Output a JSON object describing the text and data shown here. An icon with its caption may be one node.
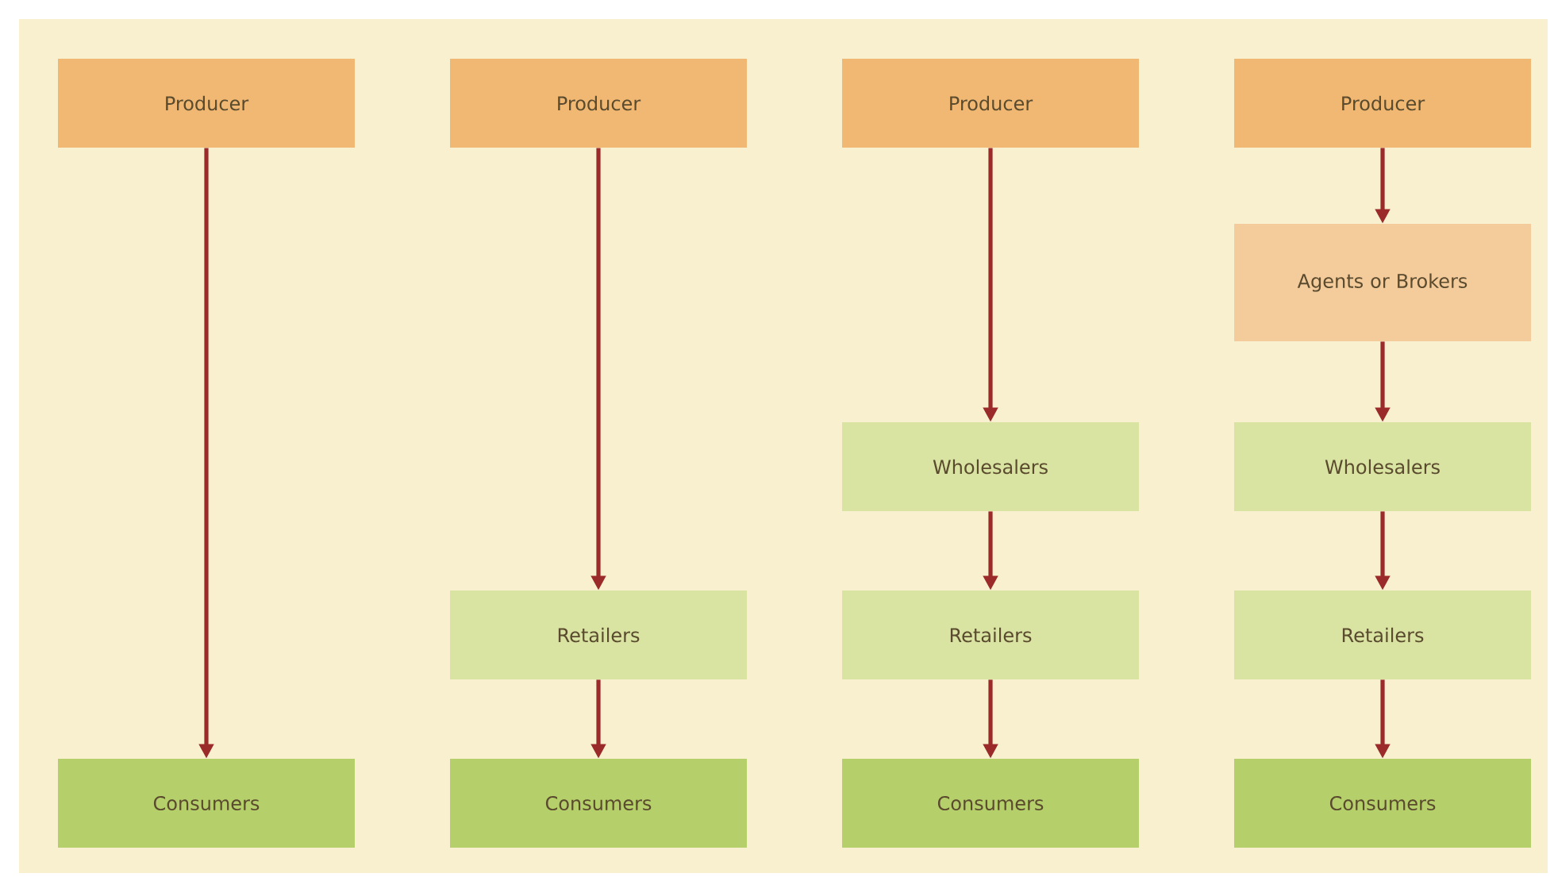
{
  "diagram": {
    "nodes": [
      {
        "text": [
          "Producer"
        ]
      },
      {
        "text": [
          "Consumers"
        ]
      },
      {
        "text": [
          "Producer"
        ]
      },
      {
        "text": [
          "Retailers"
        ]
      },
      {
        "text": [
          "Consumers"
        ]
      },
      {
        "text": [
          "Producer"
        ]
      },
      {
        "text": [
          "Wholesalers"
        ]
      },
      {
        "text": [
          "Retailers"
        ]
      },
      {
        "text": [
          "Consumers"
        ]
      },
      {
        "text": [
          "Producer"
        ]
      },
      {
        "text": [
          "Agents or Brokers"
        ]
      },
      {
        "text": [
          "Wholesalers"
        ]
      },
      {
        "text": [
          "Retailers"
        ]
      },
      {
        "text": [
          "Consumers"
        ]
      }
    ],
    "edges": [
      {
        "from": 0,
        "to": 1,
        "arrow": "to"
      },
      {
        "from": 2,
        "to": 3,
        "arrow": "to"
      },
      {
        "from": 3,
        "to": 4,
        "arrow": "to"
      },
      {
        "from": 5,
        "to": 6,
        "arrow": "to"
      },
      {
        "from": 6,
        "to": 7,
        "arrow": "to"
      },
      {
        "from": 7,
        "to": 8,
        "arrow": "to"
      },
      {
        "from": 9,
        "to": 10,
        "arrow": "to"
      },
      {
        "from": 10,
        "to": 11,
        "arrow": "to"
      },
      {
        "from": 11,
        "to": 12,
        "arrow": "to"
      },
      {
        "from": 12,
        "to": 13,
        "arrow": "to"
      }
    ]
  }
}
